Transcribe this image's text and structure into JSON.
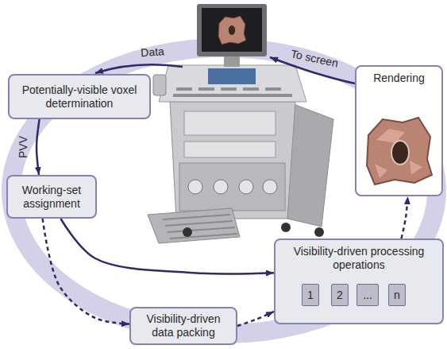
{
  "diagram": {
    "nodes": [
      {
        "text": [
          "Potentially-visible voxel determination"
        ]
      },
      {
        "text": [
          "Rendering"
        ]
      },
      {
        "text": [
          "Working-set assignment"
        ]
      },
      {
        "text": [
          "Visibility-driven processing operations"
        ]
      },
      {
        "text": [
          "1"
        ],
        "in": 3
      },
      {
        "text": [
          "2"
        ],
        "in": 3
      },
      {
        "text": [
          "..."
        ],
        "in": 3
      },
      {
        "text": [
          "n"
        ],
        "in": 3
      },
      {
        "text": [
          "Visibility-driven data packing"
        ]
      }
    ],
    "edges": [
      {
        "from": 0,
        "to": 2,
        "label": "PVV",
        "arrow": "to"
      },
      {
        "from": 2,
        "to": 3,
        "arrow": "to"
      },
      {
        "from": 2,
        "to": 8,
        "arrow": "to"
      },
      {
        "from": 8,
        "to": 3,
        "arrow": "to"
      },
      {
        "from": 3,
        "to": 1,
        "arrow": "to"
      }
    ],
    "labels": [
      "Data",
      "To screen"
    ]
  }
}
